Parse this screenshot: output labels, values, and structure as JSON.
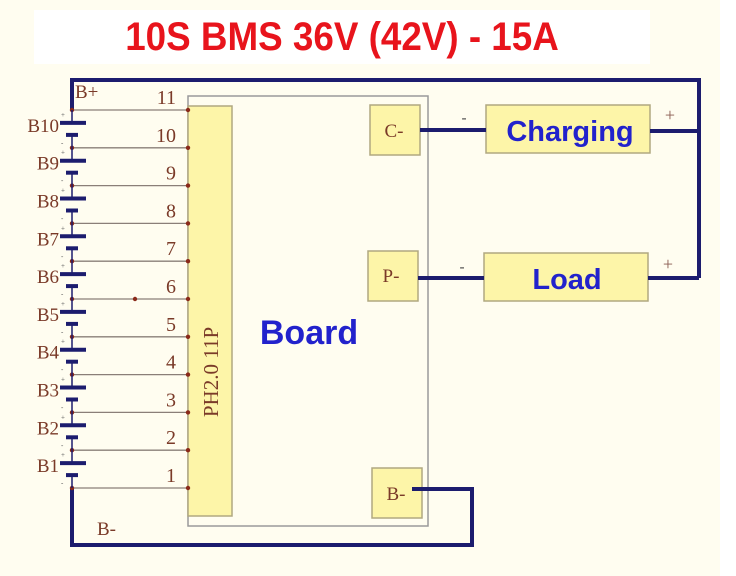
{
  "title": "10S BMS 36V (42V) - 15A",
  "colors": {
    "title": "#e8141c",
    "wire_main": "#1c1c6e",
    "wire_thin": "#8a7f78",
    "label": "#7a3a28",
    "block_fill": "#fdf5a8",
    "block_border": "#b0a880",
    "block_text_blue": "#2222cc",
    "background": "#fffdf0"
  },
  "pack": {
    "top_label": "B+",
    "bottom_label": "B-",
    "cells": [
      "B10",
      "B9",
      "B8",
      "B7",
      "B6",
      "B5",
      "B4",
      "B3",
      "B2",
      "B1"
    ],
    "pins": [
      "11",
      "10",
      "9",
      "8",
      "7",
      "6",
      "5",
      "4",
      "3",
      "2",
      "1"
    ]
  },
  "board": {
    "label": "Board",
    "connector_label": "PH2.0 11P",
    "terminals": {
      "charge": "C-",
      "load": "P-",
      "battery": "B-"
    }
  },
  "external": {
    "charging": {
      "label": "Charging",
      "minus": "-",
      "plus": "+"
    },
    "load": {
      "label": "Load",
      "minus": "-",
      "plus": "+"
    }
  }
}
